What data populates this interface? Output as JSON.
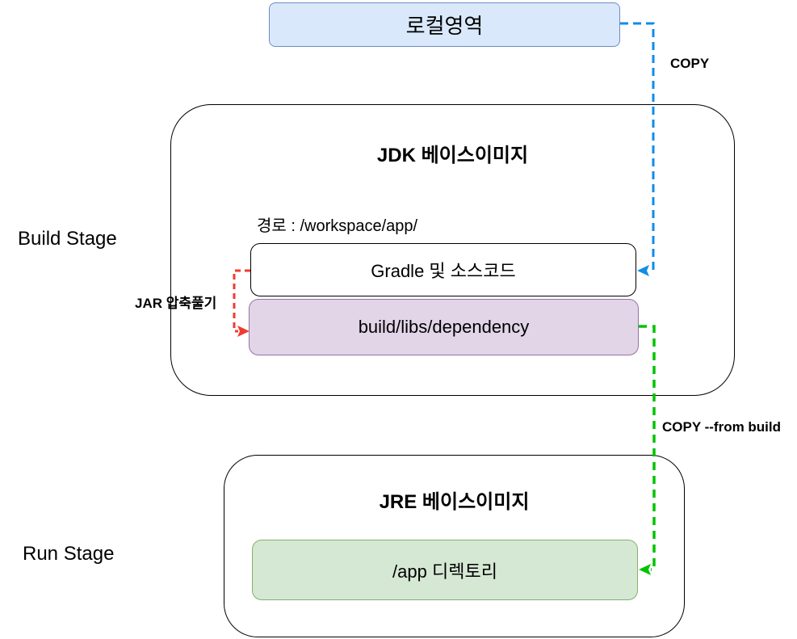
{
  "diagram": {
    "local_box": {
      "label": "로컬영역",
      "fill": "#dae8fc",
      "border": "#6c8ebf"
    },
    "build_stage": {
      "stage_label": "Build Stage",
      "container_title": "JDK 베이스이미지",
      "path_caption": "경로 : /workspace/app/",
      "source_box": {
        "label": "Gradle 및 소스코드",
        "fill": "#ffffff",
        "border": "#000000"
      },
      "dependency_box": {
        "label": "build/libs/dependency",
        "fill": "#e1d5e7",
        "border": "#9673a6"
      }
    },
    "run_stage": {
      "stage_label": "Run Stage",
      "container_title": "JRE 베이스이미지",
      "app_box": {
        "label": "/app 디렉토리",
        "fill": "#d5e8d4",
        "border": "#82b366"
      }
    },
    "arrows": {
      "copy": {
        "label": "COPY",
        "color": "#0e8de9",
        "from": "local_box",
        "to": "source_box"
      },
      "jar_unzip": {
        "label": "JAR 압축풀기",
        "color": "#f23a30",
        "from": "source_box",
        "to": "dependency_box"
      },
      "copy_from_build": {
        "label": "COPY --from build",
        "color": "#00c400",
        "from": "dependency_box",
        "to": "app_box"
      }
    }
  }
}
